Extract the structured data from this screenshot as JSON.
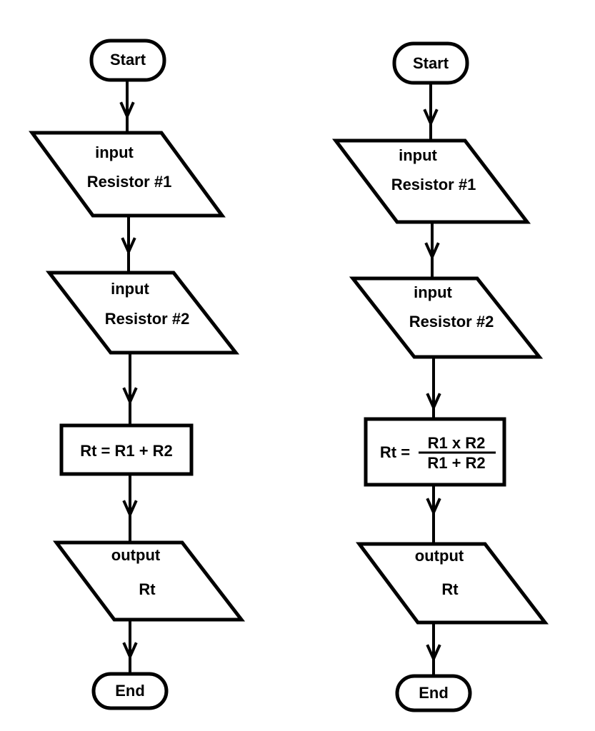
{
  "flowcharts": {
    "series": {
      "start": "Start",
      "input1_label": "input",
      "input1_value": "Resistor #1",
      "input2_label": "input",
      "input2_value": "Resistor #2",
      "formula": "Rt = R1 + R2",
      "output_label": "output",
      "output_value": "Rt",
      "end": "End"
    },
    "parallel": {
      "start": "Start",
      "input1_label": "input",
      "input1_value": "Resistor #1",
      "input2_label": "input",
      "input2_value": "Resistor #2",
      "formula_lhs": "Rt =",
      "formula_numerator": "R1 x R2",
      "formula_denominator": "R1 + R2",
      "output_label": "output",
      "output_value": "Rt",
      "end": "End"
    }
  }
}
